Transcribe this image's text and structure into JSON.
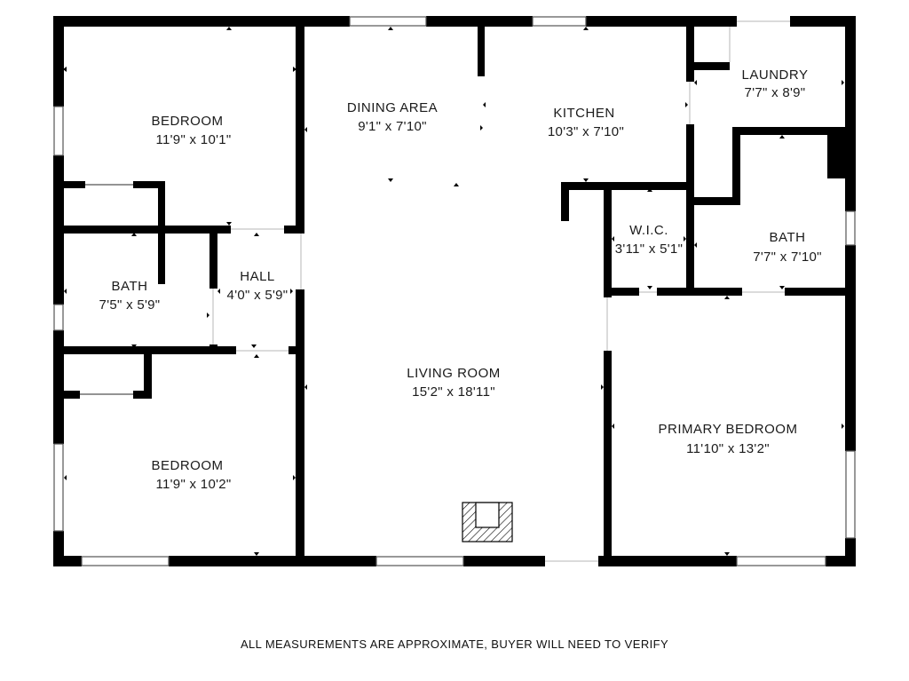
{
  "colors": {
    "wall": "#000000",
    "background": "#ffffff",
    "window": "#cfcfcf",
    "text": "#1a1a1a"
  },
  "rooms": {
    "bedroom_nw": {
      "name": "BEDROOM",
      "dim": "11'9\" x 10'1\""
    },
    "bath_w": {
      "name": "BATH",
      "dim": "7'5\" x 5'9\""
    },
    "hall": {
      "name": "HALL",
      "dim": "4'0\" x 5'9\""
    },
    "bedroom_sw": {
      "name": "BEDROOM",
      "dim": "11'9\" x 10'2\""
    },
    "dining": {
      "name": "DINING AREA",
      "dim": "9'1\" x 7'10\""
    },
    "kitchen": {
      "name": "KITCHEN",
      "dim": "10'3\" x 7'10\""
    },
    "laundry": {
      "name": "LAUNDRY",
      "dim": "7'7\" x 8'9\""
    },
    "wic": {
      "name": "W.I.C.",
      "dim": "3'11\" x 5'1\""
    },
    "bath_e": {
      "name": "BATH",
      "dim": "7'7\" x 7'10\""
    },
    "living": {
      "name": "LIVING ROOM",
      "dim": "15'2\" x 18'11\""
    },
    "primary_bedroom": {
      "name": "PRIMARY BEDROOM",
      "dim": "11'10\" x 13'2\""
    }
  },
  "icons": {
    "fireplace": "fireplace-icon"
  },
  "footnote": "ALL MEASUREMENTS ARE APPROXIMATE, BUYER WILL NEED TO VERIFY"
}
